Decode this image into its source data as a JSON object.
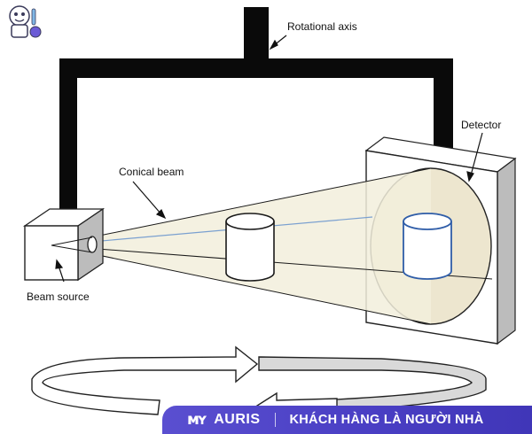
{
  "labels": {
    "rotational_axis": "Rotational axis",
    "detector": "Detector",
    "conical_beam": "Conical beam",
    "beam_source": "Beam source"
  },
  "brand": {
    "mark": "ᴍʏ",
    "name": "AURIS",
    "slogan": "KHÁCH HÀNG LÀ NGƯỜI NHÀ"
  },
  "icons": {
    "mascot": "tooth-mascot-icon"
  },
  "colors": {
    "beam_fill": "#f2eedc",
    "detector_disc": "#ede6cf",
    "cylinder_outline": "#2f5da8",
    "brand_bar": "#4a3fc4"
  }
}
